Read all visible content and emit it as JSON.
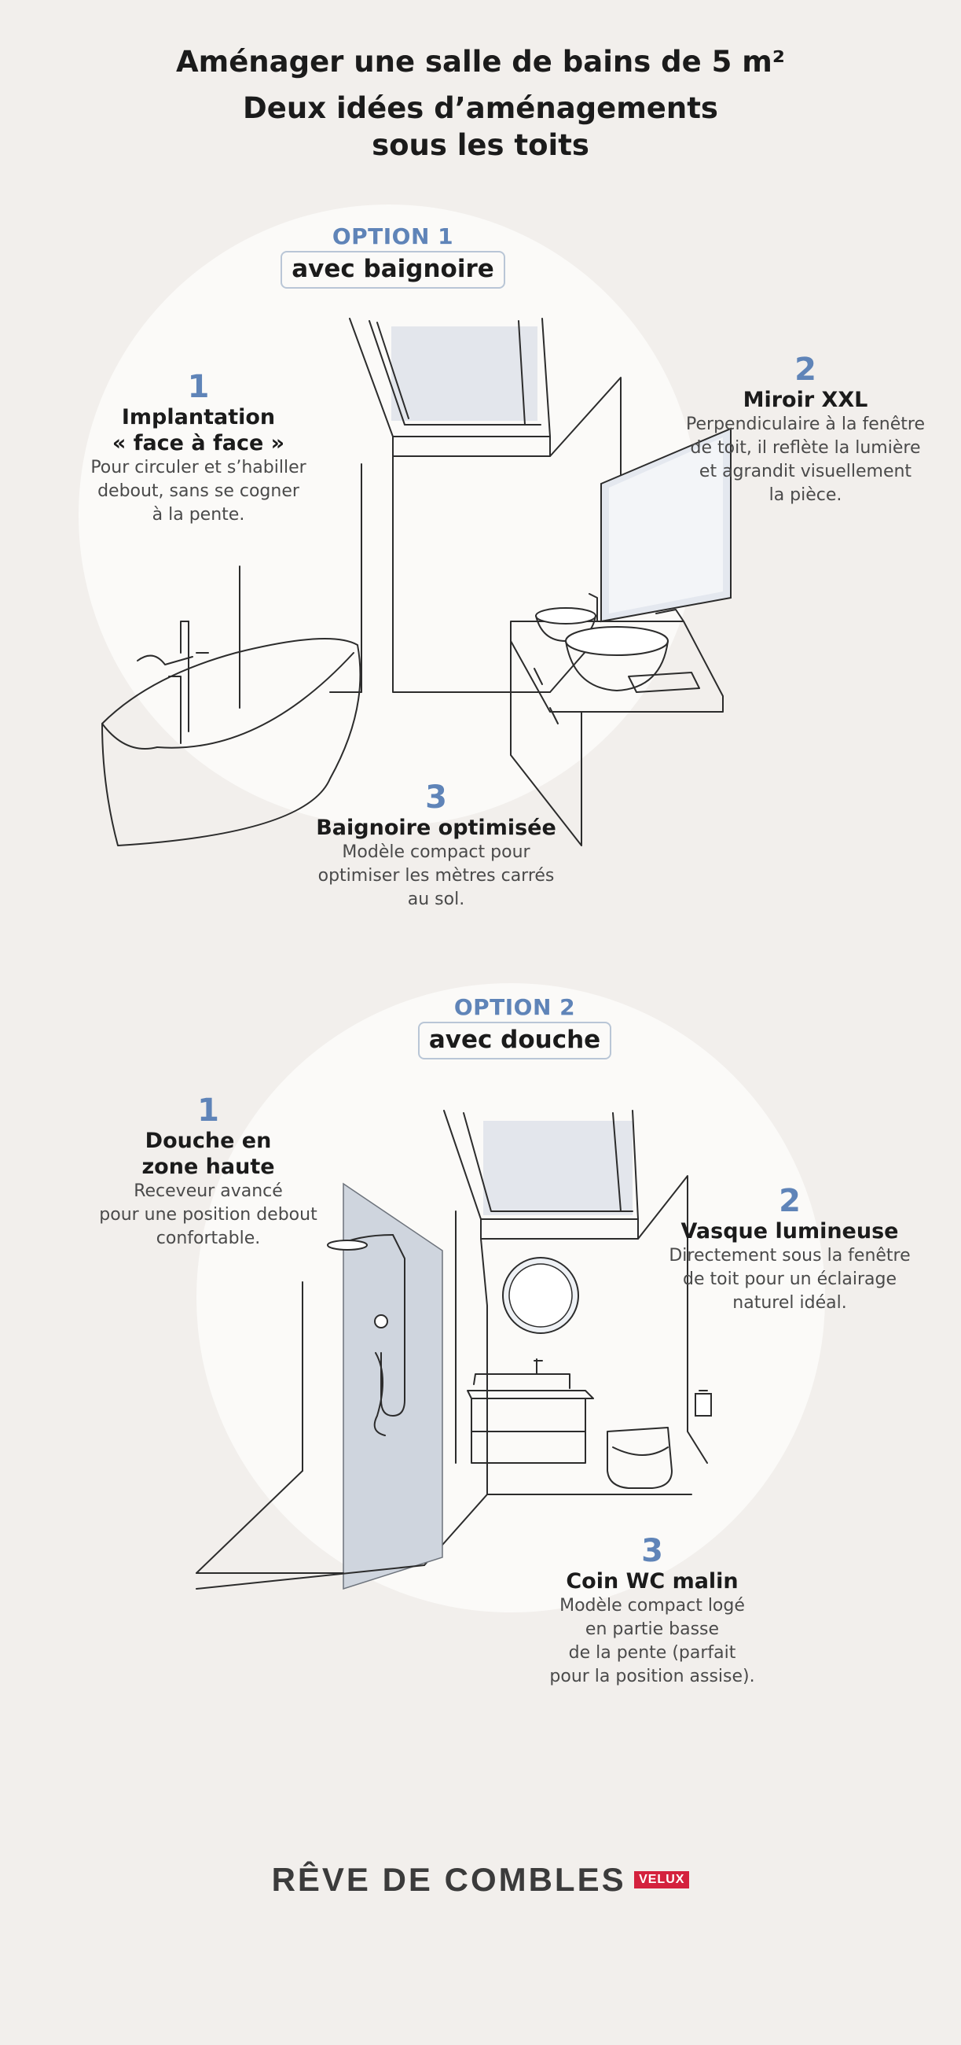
{
  "title": {
    "line1": "Aménager une salle de bains de 5 m²",
    "line2": "Deux idées d’aménagements",
    "line3": "sous les toits"
  },
  "option1": {
    "label": "OPTION 1",
    "subtitle": "avec baignoire",
    "points": [
      {
        "num": "1",
        "head": "Implantation\n« face à face »",
        "desc": "Pour circuler et s’habiller\ndebout, sans se cogner\nà la pente."
      },
      {
        "num": "2",
        "head": "Miroir XXL",
        "desc": "Perpendiculaire à la fenêtre\nde toit, il reflète la lumière\net agrandit visuellement\nla pièce."
      },
      {
        "num": "3",
        "head": "Baignoire optimisée",
        "desc": "Modèle compact pour\noptimiser les mètres carrés\nau sol."
      }
    ]
  },
  "option2": {
    "label": "OPTION 2",
    "subtitle": "avec douche",
    "points": [
      {
        "num": "1",
        "head": "Douche en\nzone haute",
        "desc": "Receveur avancé\npour une position debout\nconfortable."
      },
      {
        "num": "2",
        "head": "Vasque lumineuse",
        "desc": "Directement sous la fenêtre\nde toit pour un éclairage\nnaturel idéal."
      },
      {
        "num": "3",
        "head": "Coin WC malin",
        "desc": "Modèle compact logé\nen partie basse\nde la pente (parfait\npour la position assise)."
      }
    ]
  },
  "logo": {
    "brand": "RÊVE DE COMBLES",
    "badge": "VELUX"
  },
  "colors": {
    "background": "#f2efec",
    "circle": "#fbfaf8",
    "accent": "#5f84b8",
    "text": "#1b1b1b",
    "badge": "#d4213d"
  },
  "icons": [
    "bathtub-illustration",
    "roof-window-illustration",
    "mirror-illustration",
    "washbasin-illustration",
    "shower-illustration",
    "round-mirror-illustration",
    "wc-illustration",
    "toilet-roll-holder-illustration"
  ]
}
